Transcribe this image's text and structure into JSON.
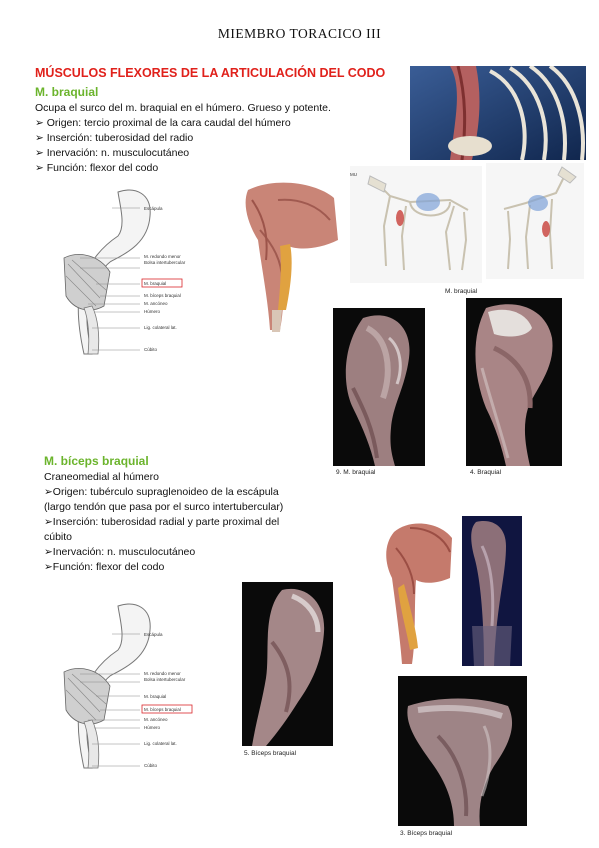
{
  "page_title": "MIEMBRO TORACICO III",
  "section_title": "MÚSCULOS FLEXORES DE LA ARTICULACIÓN DEL CODO",
  "braquial": {
    "heading": "M. braquial",
    "lines": [
      "Ocupa el surco del m. braquial en el húmero. Grueso y potente.",
      "➢ Origen: tercio proximal de la cara caudal del húmero",
      "➢ Inserción: tuberosidad del radio",
      "➢ Inervación: n. musculocutáneo",
      "➢ Función: flexor del codo"
    ],
    "diagram_labels": [
      "Escápula",
      "M. redondo menor",
      "Bolsa intertubercular",
      "M. braquial",
      "M. bíceps braquial",
      "M. ancóneo",
      "Húmero",
      "Lig. colateral lat.",
      "Cúbito"
    ],
    "caption_skeleton": "M. braquial",
    "caption_photo1": "9. M. braquial",
    "caption_photo2": "4. Braquial",
    "skeleton_small_label": "MU"
  },
  "biceps": {
    "heading": "M. bíceps braquial",
    "lines": [
      "Craneomedial al húmero",
      "➢Origen: tubérculo supraglenoideo de la escápula",
      "(largo tendón que pasa por el surco intertubercular)",
      "➢Inserción: tuberosidad radial y parte proximal del",
      "cúbito",
      "➢Inervación: n. musculocutáneo",
      "➢Función: flexor del codo"
    ],
    "diagram_labels": [
      "Escápula",
      "M. redondo menor",
      "Bolsa intertubercular",
      "M. braquial",
      "M. bíceps braquial",
      "M. ancóneo",
      "Húmero",
      "Lig. colateral lat.",
      "Cúbito"
    ],
    "caption_photo1": "5. Bíceps braquial",
    "caption_photo2": "3. Bíceps braquial"
  },
  "colors": {
    "section_title": "#e0211b",
    "subheading": "#6bb42c",
    "highlight_box": "#d9262a"
  }
}
